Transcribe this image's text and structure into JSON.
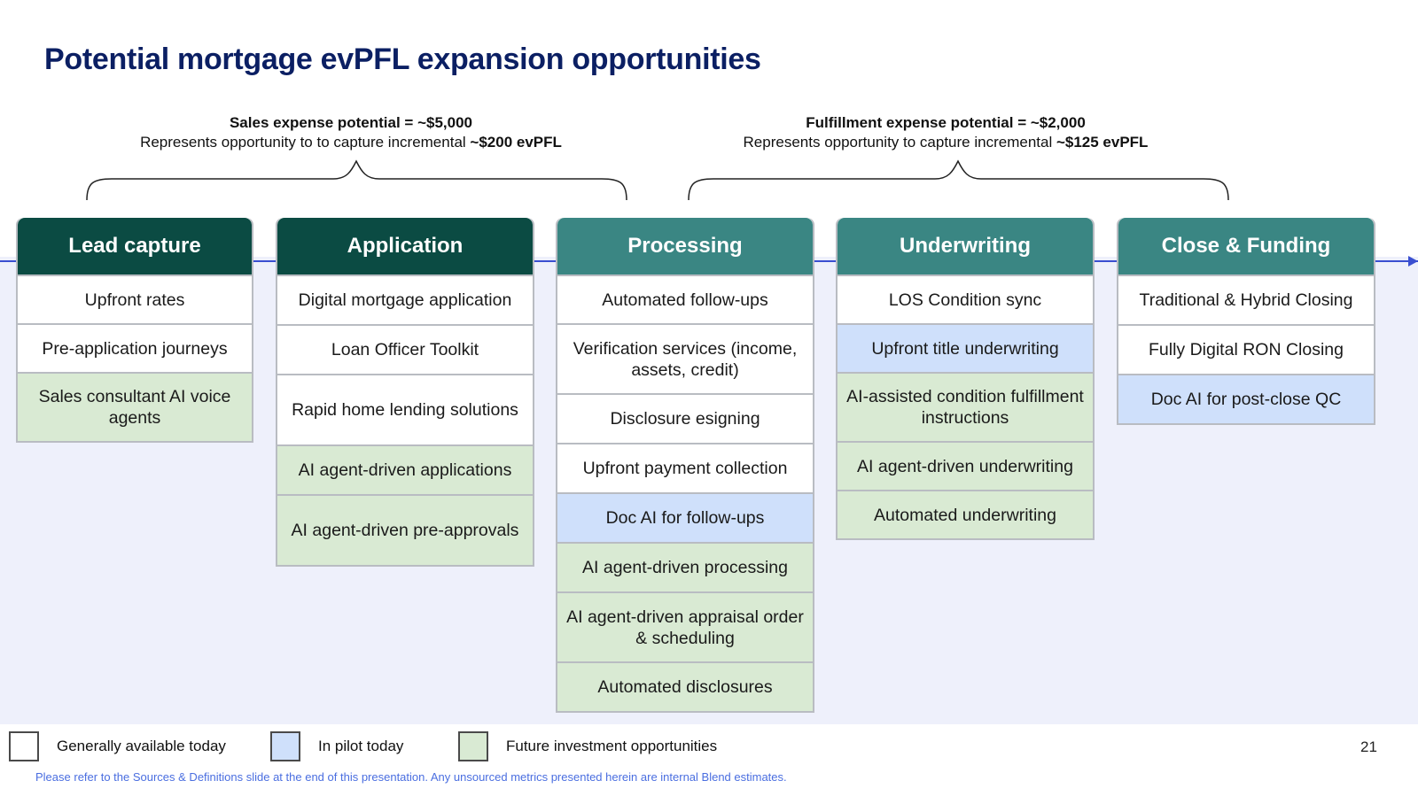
{
  "title": "Potential mortgage evPFL expansion opportunities",
  "colors": {
    "title": "#0b1f63",
    "header_dark": "#0b4b43",
    "header_teal": "#3a8683",
    "generally_available": "#ffffff",
    "pilot": "#cfe0fb",
    "future": "#d9ead3",
    "timeline": "#3a4fd0"
  },
  "sales_potential": {
    "headline": "Sales expense potential = ~$5,000",
    "subtext": "Represents opportunity to to capture incremental ",
    "amount": "~$200 evPFL"
  },
  "fulfillment_potential": {
    "headline": "Fulfillment expense potential = ~$2,000",
    "subtext": "Represents opportunity to capture incremental ",
    "amount": "~$125 evPFL"
  },
  "columns": [
    {
      "header": "Lead capture",
      "header_style": "dark",
      "items": [
        {
          "label": "Upfront rates",
          "status": "ga"
        },
        {
          "label": "Pre-application journeys",
          "status": "ga"
        },
        {
          "label": "Sales consultant AI voice agents",
          "status": "future"
        }
      ]
    },
    {
      "header": "Application",
      "header_style": "dark",
      "items": [
        {
          "label": "Digital mortgage application",
          "status": "ga"
        },
        {
          "label": "Loan Officer Toolkit",
          "status": "ga"
        },
        {
          "label": "Rapid home lending solutions",
          "status": "ga"
        },
        {
          "label": "AI agent-driven applications",
          "status": "future"
        },
        {
          "label": "AI agent-driven pre-approvals",
          "status": "future"
        }
      ]
    },
    {
      "header": "Processing",
      "header_style": "teal",
      "items": [
        {
          "label": "Automated follow-ups",
          "status": "ga"
        },
        {
          "label": "Verification services (income, assets, credit)",
          "status": "ga"
        },
        {
          "label": "Disclosure esigning",
          "status": "ga"
        },
        {
          "label": "Upfront payment collection",
          "status": "ga"
        },
        {
          "label": "Doc AI for follow-ups",
          "status": "pilot"
        },
        {
          "label": "AI agent-driven processing",
          "status": "future"
        },
        {
          "label": "AI agent-driven appraisal order & scheduling",
          "status": "future"
        },
        {
          "label": "Automated disclosures",
          "status": "future"
        }
      ]
    },
    {
      "header": "Underwriting",
      "header_style": "teal",
      "items": [
        {
          "label": "LOS Condition sync",
          "status": "ga"
        },
        {
          "label": "Upfront title underwriting",
          "status": "pilot"
        },
        {
          "label": "AI-assisted condition fulfillment instructions",
          "status": "future"
        },
        {
          "label": "AI agent-driven underwriting",
          "status": "future"
        },
        {
          "label": "Automated underwriting",
          "status": "future"
        }
      ]
    },
    {
      "header": "Close & Funding",
      "header_style": "teal",
      "items": [
        {
          "label": "Traditional & Hybrid Closing",
          "status": "ga"
        },
        {
          "label": "Fully Digital RON Closing",
          "status": "ga"
        },
        {
          "label": "Doc AI for post-close QC",
          "status": "pilot"
        }
      ]
    }
  ],
  "legend": {
    "ga": "Generally available today",
    "pilot": "In pilot today",
    "future": "Future investment opportunities"
  },
  "page_number": "21",
  "footnote": "Please refer to the Sources & Definitions slide at the end of this presentation. Any unsourced metrics presented herein are internal Blend estimates."
}
